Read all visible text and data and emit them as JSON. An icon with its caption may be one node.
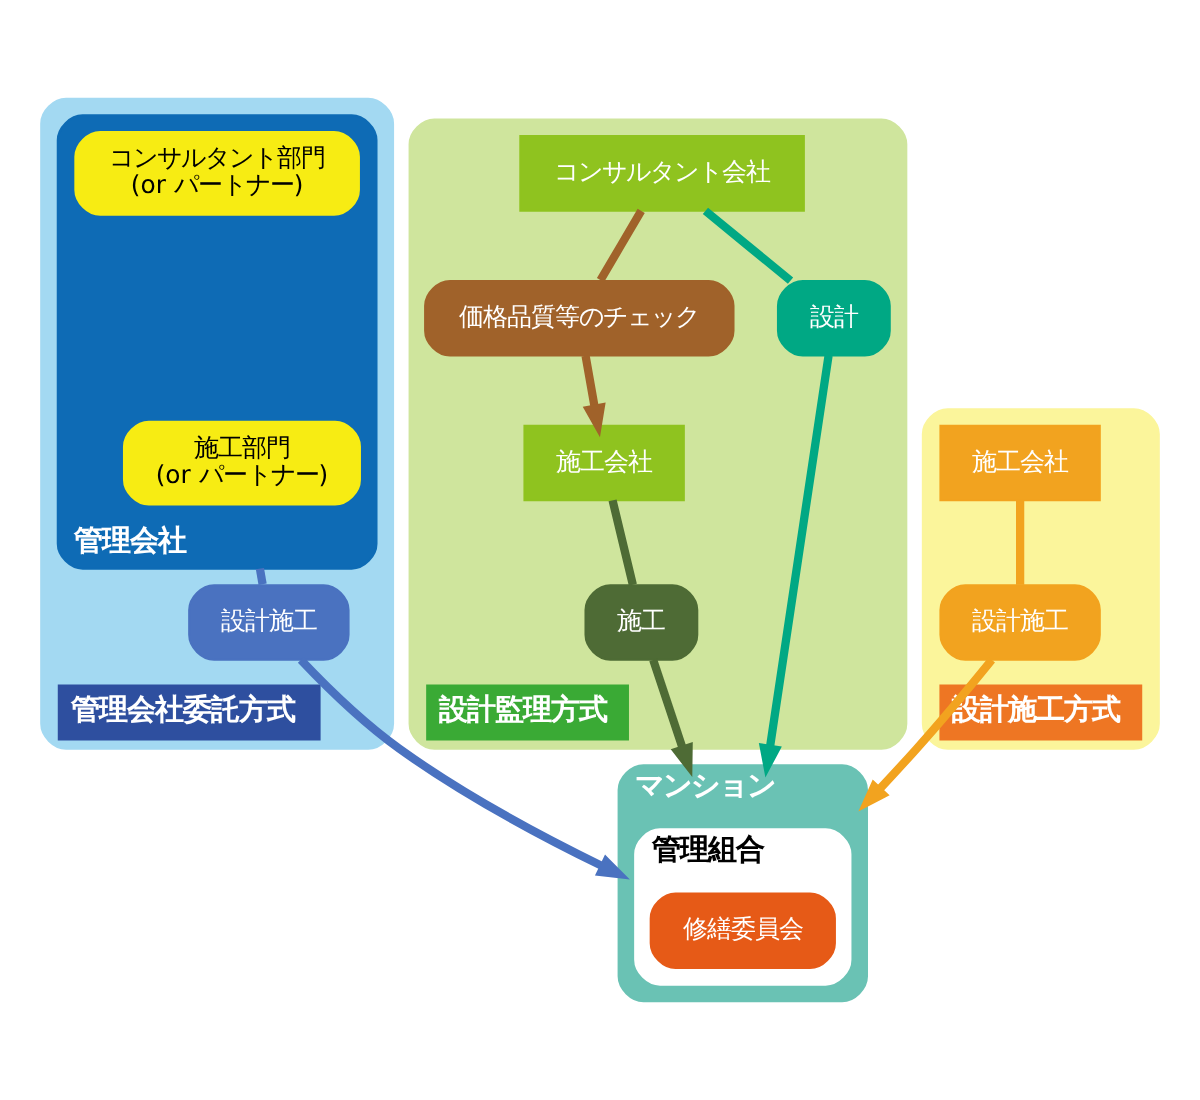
{
  "diagram": {
    "nodes": [
      {
        "text": [
          "管理会社委託方式"
        ]
      },
      {
        "text": [
          "管理会社"
        ],
        "in": 0
      },
      {
        "text": [
          "コンサルタント部門",
          "(or パートナー)"
        ],
        "in": 1
      },
      {
        "text": [
          "施工部門",
          "(or パートナー)"
        ],
        "in": 1
      },
      {
        "text": [
          "設計施工"
        ],
        "in": 0
      },
      {
        "text": [
          "マンション"
        ]
      },
      {
        "text": [
          "管理組合"
        ],
        "in": 5
      },
      {
        "text": [
          "修繕委員会"
        ],
        "in": 6
      },
      {
        "text": [
          "設計監理方式"
        ]
      },
      {
        "text": [
          "設計"
        ],
        "in": 8
      },
      {
        "text": [
          "施工"
        ],
        "in": 8
      },
      {
        "text": [
          "コンサルタント会社"
        ],
        "in": 8
      },
      {
        "text": [
          "価格品質等のチェック"
        ],
        "in": 8
      },
      {
        "text": [
          "施工会社"
        ],
        "in": 8
      },
      {
        "text": [
          "設計施工方式"
        ]
      },
      {
        "text": [
          "設計施工"
        ],
        "in": 14
      },
      {
        "text": [
          "施工会社"
        ],
        "in": 14
      }
    ],
    "edges": [
      {
        "from": 1,
        "to": 4,
        "arrow": "none",
        "color": "#4a72c0"
      },
      {
        "from": 4,
        "to": 5,
        "arrow": "to",
        "color": "#4a72c0"
      },
      {
        "from": 11,
        "to": 9,
        "arrow": "none",
        "color": "#00a884"
      },
      {
        "from": 9,
        "to": 5,
        "arrow": "to",
        "color": "#00a884"
      },
      {
        "from": 13,
        "to": 10,
        "arrow": "none",
        "color": "#4e6b35"
      },
      {
        "from": 10,
        "to": 5,
        "arrow": "to",
        "color": "#4e6b35"
      },
      {
        "from": 11,
        "to": 12,
        "arrow": "none",
        "color": "#a0622a"
      },
      {
        "from": 12,
        "to": 13,
        "arrow": "to",
        "color": "#a0622a"
      },
      {
        "from": 16,
        "to": 15,
        "arrow": "none",
        "color": "#f2a31f"
      },
      {
        "from": 15,
        "to": 5,
        "arrow": "to",
        "color": "#f2a31f"
      }
    ]
  }
}
